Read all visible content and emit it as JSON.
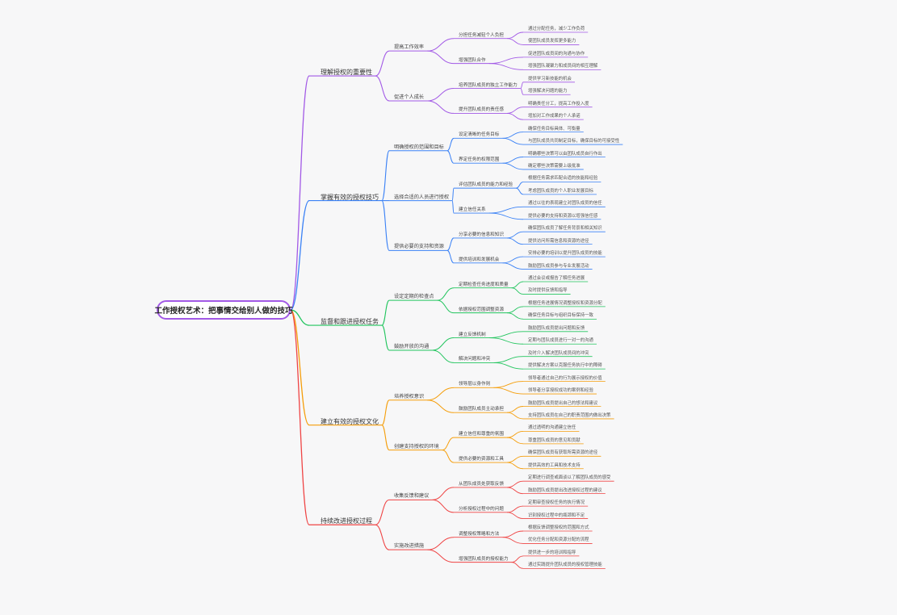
{
  "root": "工作授权艺术：把事情交给别人做的技巧",
  "branches": [
    {
      "label": "理解授权的重要性",
      "color": "#a259e6",
      "children": [
        {
          "label": "提高工作效率",
          "children": [
            {
              "label": "分担任务减轻个人负担",
              "children": [
                "通过分配任务，减少工作负荷",
                "使团队成员发挥更多能力"
              ]
            },
            {
              "label": "增强团队合作",
              "children": [
                "促进团队成员间的沟通与协作",
                "增强团队凝聚力和成员间的相互理解"
              ]
            }
          ]
        },
        {
          "label": "促进个人成长",
          "children": [
            {
              "label": "培养团队成员的独立工作能力",
              "children": [
                "提供学习新技能的机会",
                "增强解决问题的能力"
              ]
            },
            {
              "label": "提升团队成员的责任感",
              "children": [
                "明确责任分工，提高工作投入度",
                "增加对工作成果的个人承诺"
              ]
            }
          ]
        }
      ]
    },
    {
      "label": "掌握有效的授权技巧",
      "color": "#3b82f6",
      "children": [
        {
          "label": "明确授权的范围和目标",
          "children": [
            {
              "label": "设定清晰的任务目标",
              "children": [
                "确保任务目标具体、可衡量",
                "与团队成员共同制定目标，确保目标的可接受性"
              ]
            },
            {
              "label": "界定任务的权限范围",
              "children": [
                "明确哪些决策可以由团队成员自行作出",
                "确定哪些决策需要上级批准"
              ]
            }
          ]
        },
        {
          "label": "选择合适的人员进行授权",
          "children": [
            {
              "label": "评估团队成员的能力和经验",
              "children": [
                "根据任务需求匹配合适的技能和经验",
                "考虑团队成员的个人职业发展目标"
              ]
            },
            {
              "label": "建立信任关系",
              "children": [
                "通过以往的表现建立对团队成员的信任",
                "提供必要的支持和资源以增强信任感"
              ]
            }
          ]
        },
        {
          "label": "提供必要的支持和资源",
          "children": [
            {
              "label": "分享必要的信息和知识",
              "children": [
                "确保团队成员了解任务背景和相关知识",
                "提供访问所需信息和资源的途径"
              ]
            },
            {
              "label": "提供培训和发展机会",
              "children": [
                "安排必要的培训以提升团队成员的技能",
                "鼓励团队成员参与专业发展活动"
              ]
            }
          ]
        }
      ]
    },
    {
      "label": "监督和跟进授权任务",
      "color": "#22c55e",
      "children": [
        {
          "label": "设定定期的检查点",
          "children": [
            {
              "label": "定期检查任务进度和质量",
              "children": [
                "通过会议或报告了解任务进展",
                "及时提供反馈和指导"
              ]
            },
            {
              "label": "依据授权范围调整资源",
              "children": [
                "根据任务进展情况调整授权和资源分配",
                "确保任务目标与组织目标保持一致"
              ]
            }
          ]
        },
        {
          "label": "鼓励开放的沟通",
          "children": [
            {
              "label": "建立反馈机制",
              "children": [
                "鼓励团队成员提出问题和反馈",
                "定期与团队成员进行一对一的沟通"
              ]
            },
            {
              "label": "解决问题和冲突",
              "children": [
                "及时介入解决团队成员间的冲突",
                "提供解决方案以克服任务执行中的障碍"
              ]
            }
          ]
        }
      ]
    },
    {
      "label": "建立有效的授权文化",
      "color": "#f59e0b",
      "children": [
        {
          "label": "培养授权意识",
          "children": [
            {
              "label": "领导层以身作则",
              "children": [
                "领导者通过自己的行为展示授权的价值",
                "领导者分享授权成功的案例和经验"
              ]
            },
            {
              "label": "鼓励团队成员主动承担",
              "children": [
                "鼓励团队成员提出自己的想法和建议",
                "支持团队成员在自己的职责范围内做出决策"
              ]
            }
          ]
        },
        {
          "label": "创建支持授权的环境",
          "children": [
            {
              "label": "建立信任和尊重的氛围",
              "children": [
                "通过透明的沟通建立信任",
                "尊重团队成员的意见和贡献"
              ]
            },
            {
              "label": "提供必要的资源和工具",
              "children": [
                "确保团队成员有获取所需资源的途径",
                "提供高效的工具和技术支持"
              ]
            }
          ]
        }
      ]
    },
    {
      "label": "持续改进授权过程",
      "color": "#ef4444",
      "children": [
        {
          "label": "收集反馈和建议",
          "children": [
            {
              "label": "从团队成员处获取反馈",
              "children": [
                "定期进行调查或面谈以了解团队成员的感受",
                "鼓励团队成员提出改进授权过程的建议"
              ]
            },
            {
              "label": "分析授权过程中的问题",
              "children": [
                "定期审查授权任务的执行情况",
                "识别授权过程中的瓶颈和不足"
              ]
            }
          ]
        },
        {
          "label": "实施改进措施",
          "children": [
            {
              "label": "调整授权策略和方法",
              "children": [
                "根据反馈调整授权的范围和方式",
                "优化任务分配和资源分配的流程"
              ]
            },
            {
              "label": "增强团队成员的授权能力",
              "children": [
                "提供进一步的培训和指导",
                "通过实践提升团队成员的授权管理技能"
              ]
            }
          ]
        }
      ]
    }
  ]
}
